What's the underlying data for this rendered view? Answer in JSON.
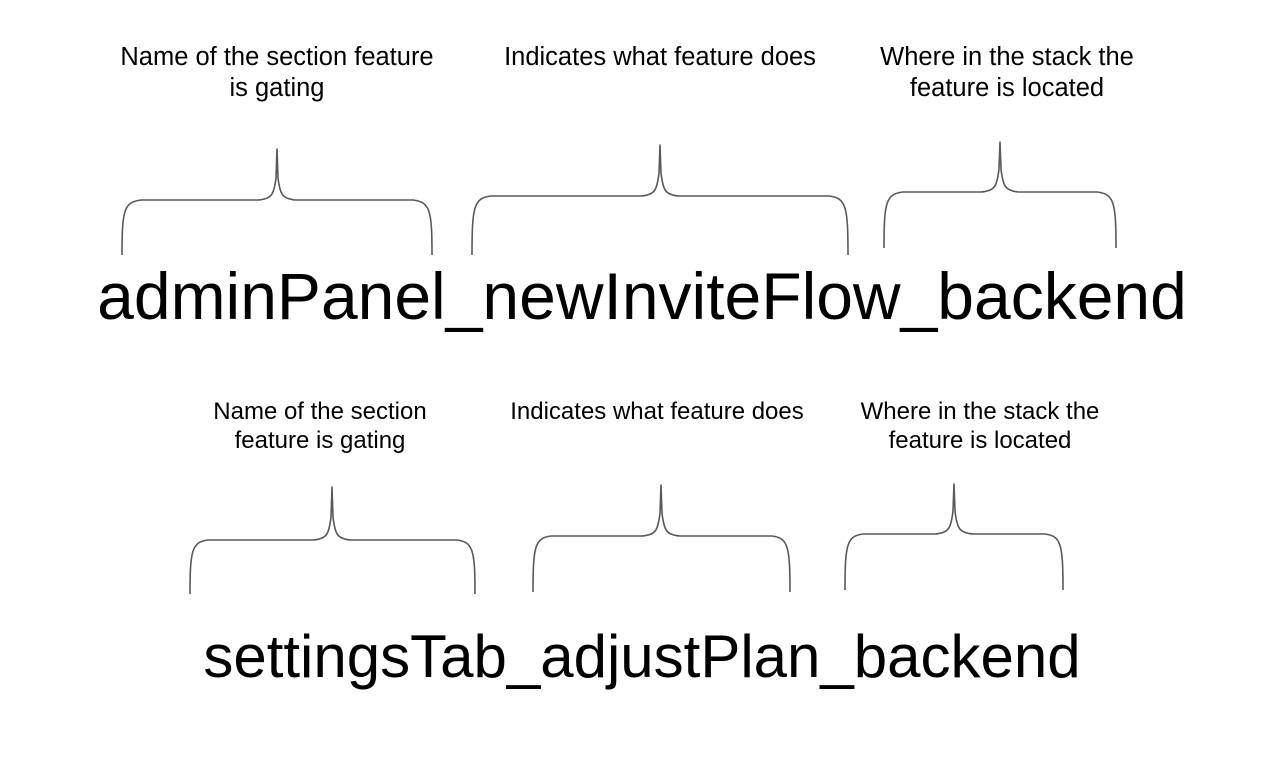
{
  "page": {
    "background_color": "#ffffff",
    "text_color": "#000000",
    "brace_color": "#595959"
  },
  "rows": [
    {
      "id": "row-1",
      "flag_name": "adminPanel_newInviteFlow_backend",
      "segments": [
        {
          "token": "adminPanel",
          "caption": "Name of the section feature is gating"
        },
        {
          "token": "newInviteFlow",
          "caption": "Indicates what feature does"
        },
        {
          "token": "backend",
          "caption": "Where in the stack the feature is located"
        }
      ]
    },
    {
      "id": "row-2",
      "flag_name": "settingsTab_adjustPlan_backend",
      "segments": [
        {
          "token": "settingsTab",
          "caption": "Name of the section feature is gating"
        },
        {
          "token": "adjustPlan",
          "caption": "Indicates what feature does"
        },
        {
          "token": "backend",
          "caption": "Where in the stack the feature is located"
        }
      ]
    }
  ]
}
